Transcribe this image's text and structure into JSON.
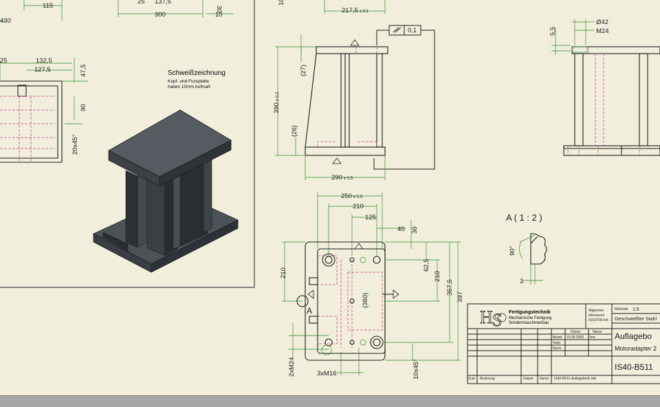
{
  "dims": {
    "d430": "430",
    "d115": "115",
    "d25a": "25",
    "d137": "137,5",
    "d300": "300",
    "d10": "10",
    "d30": "30",
    "d10t": "10",
    "d217": "217,5",
    "d217tol": "± 0,1",
    "d25b": "25",
    "d132": "132,5",
    "d127": "127,5",
    "d47": "47,5",
    "d90": "90",
    "d20x45": "20x45°",
    "d27": "(27)",
    "d390": "390",
    "d390tol": "± 0,2",
    "d26": "(26)",
    "d290": "290",
    "d290tol": "± 0,5",
    "gdt_tol": "0,1",
    "d55": "5,5",
    "dphi42": "Ø42",
    "dm24": "M24",
    "d250": "250",
    "d250tol": "± 0,5",
    "d210a": "210",
    "d125": "125",
    "d40": "40",
    "d30b": "30",
    "d210b": "210",
    "d62": "62,5",
    "d210c": "210",
    "d357": "357,5",
    "d397": "397",
    "d360": "(360)",
    "d2xm24": "2xM24",
    "d3xm16": "3xM16",
    "d10x45": "10x45°",
    "d90deg": "90°",
    "d3": "3",
    "viewA": "A"
  },
  "note": {
    "title": "Schweißzeichnung",
    "line1": "Kopf- und Fussplatte",
    "line2": "haben 10mm Aufmaß"
  },
  "detail": {
    "label": "A ( 1 : 2 )"
  },
  "titleblock": {
    "company1": "Fertigungstechnik",
    "company2": "Mechanische Fertigung",
    "company3": "Sondermaschinenbau",
    "tol_label1": "Allgemein-",
    "tol_label2": "toleranzen",
    "tol_label3": "ISO2768-mK",
    "scale_label": "Maßstab",
    "scale": "1:5",
    "material": "Geschweißter Stahl",
    "title1": "Auflagebo",
    "title2": "Motoradapter 2",
    "drawing_no": "IS40-B511",
    "datum": "Datum",
    "name": "Name",
    "bearb": "Bearb.",
    "bearb_date": "10.05.2009",
    "bearb_name": "few",
    "gepr": "Gepr.",
    "norm": "Norm",
    "zust": "Zust.",
    "aenderung": "Änderung",
    "datum2": "Datum",
    "name2": "Name",
    "filename": "IS40-B511-Auflagebock.idw"
  }
}
